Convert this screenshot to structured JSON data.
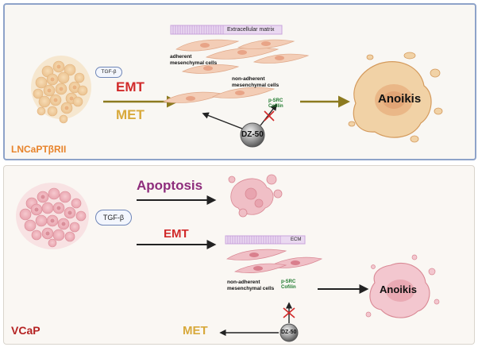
{
  "top_panel": {
    "cell_line": "LNCaPTβRII",
    "tgf_label": "TGF-β",
    "emt_label": "EMT",
    "met_label": "MET",
    "ecm_label": "Extracellular matrix",
    "adherent_label_1": "adherent",
    "adherent_label_2": "mesenchymal cells",
    "nonadherent_label_1": "non-adherent",
    "nonadherent_label_2": "mesenchymal cells",
    "psrc_label": "p-SRC",
    "cofilin_label": "Cofilin",
    "drug_label": "DZ-50",
    "anoikis_label": "Anoikis"
  },
  "bottom_panel": {
    "cell_line": "VCaP",
    "apoptosis_label": "Apoptosis",
    "tgf_label": "TGF-β",
    "emt_label": "EMT",
    "ecm_label": "ECM",
    "nonadherent_label_1": "non-adherent",
    "nonadherent_label_2": "mesenchymal cells",
    "psrc_label": "p-SRC",
    "cofilin_label": "Cofilin",
    "anoikis_label": "Anoikis",
    "met_label": "MET",
    "drug_label": "DZ-50"
  },
  "colors": {
    "emt": "#d12a2a",
    "met": "#d8a93b",
    "apoptosis": "#8e2d7c",
    "lncap_label": "#e8832a",
    "vcap_label": "#b52323",
    "pathway_green": "#1f7a2e",
    "arrow_olive": "#8c7a1f"
  }
}
